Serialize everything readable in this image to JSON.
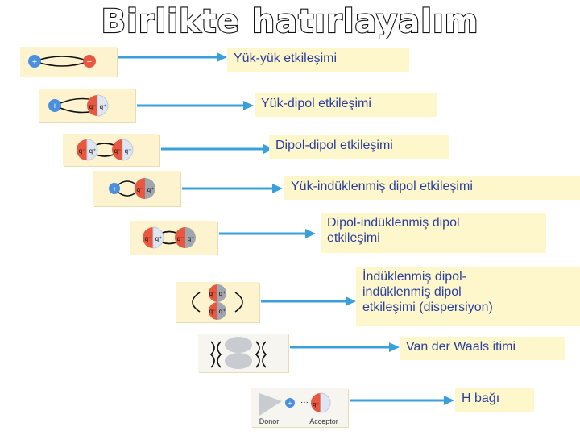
{
  "title": "Birlikte hatırlayalım",
  "colors": {
    "label_text": "#2a3f9e",
    "label_bg": "#fff7cc",
    "thumb_bg": "#fdf3cf",
    "arrow": "#3aa0dc",
    "positive": "#4a8fe0",
    "negative": "#e8573f"
  },
  "items": [
    {
      "label": "Yük-yük etkileşimi",
      "diagram": "charge-charge"
    },
    {
      "label": "Yük-dipol etkileşimi",
      "diagram": "charge-dipole"
    },
    {
      "label": "Dipol-dipol etkileşimi",
      "diagram": "dipole-dipole"
    },
    {
      "label": "Yük-indüklenmiş dipol etkileşimi",
      "diagram": "charge-induced-dipole"
    },
    {
      "label": "Dipol-indüklenmiş dipol\netkileşimi",
      "diagram": "dipole-induced-dipole"
    },
    {
      "label": "İndüklenmiş dipol-\nindüklenmiş dipol\netkileşimi (dispersiyon)",
      "diagram": "induced-dipole-induced-dipole"
    },
    {
      "label": "Van der Waals itimi",
      "diagram": "van-der-waals-repulsion"
    },
    {
      "label": "H bağı",
      "diagram": "hydrogen-bond"
    }
  ],
  "glyphs": {
    "plus": "+",
    "minus": "−",
    "q_minus": "q⁻",
    "q_plus": "q⁺",
    "dots": "···"
  },
  "captions": {
    "donor": "Donor",
    "acceptor": "Acceptor"
  }
}
